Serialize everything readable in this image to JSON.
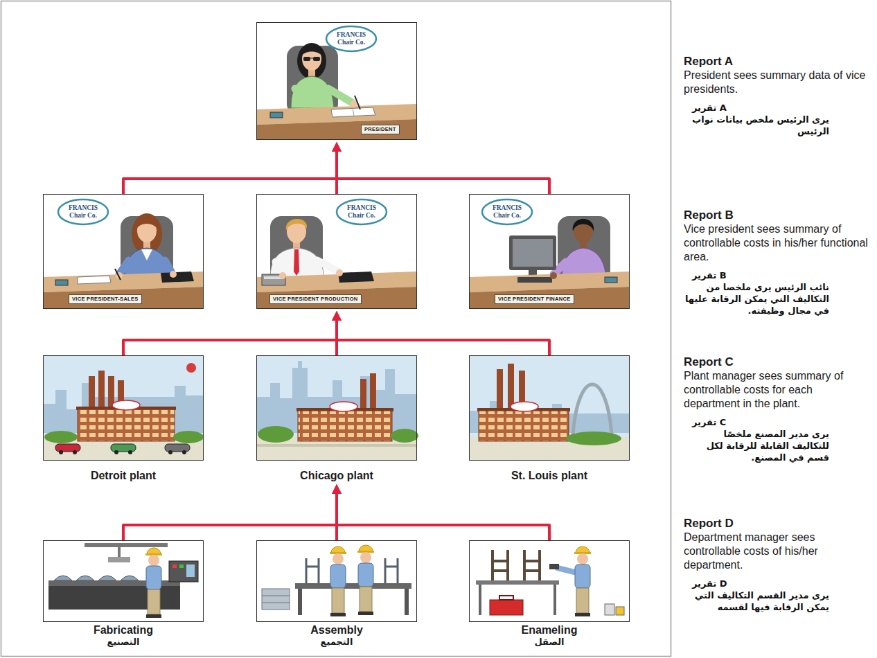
{
  "diagram": {
    "nodes": [
      {
        "text": [
          "PRESIDENT"
        ]
      },
      {
        "text": [
          "VICE PRESIDENT-SALES"
        ]
      },
      {
        "text": [
          "VICE PRESIDENT PRODUCTION"
        ]
      },
      {
        "text": [
          "VICE PRESIDENT FINANCE"
        ]
      },
      {
        "text": [
          "Detroit plant"
        ]
      },
      {
        "text": [
          "Chicago plant"
        ]
      },
      {
        "text": [
          "St. Louis plant"
        ]
      },
      {
        "text": [
          "Fabricating",
          "التصنيع"
        ]
      },
      {
        "text": [
          "Assembly",
          "التجميع"
        ]
      },
      {
        "text": [
          "Enameling",
          "الصقل"
        ]
      }
    ],
    "edges": [
      {
        "from": 1,
        "to": 0,
        "arrow": "to"
      },
      {
        "from": 2,
        "to": 0,
        "arrow": "to"
      },
      {
        "from": 3,
        "to": 0,
        "arrow": "to"
      },
      {
        "from": 4,
        "to": 2,
        "arrow": "to"
      },
      {
        "from": 5,
        "to": 2,
        "arrow": "to"
      },
      {
        "from": 6,
        "to": 2,
        "arrow": "to"
      },
      {
        "from": 7,
        "to": 5,
        "arrow": "to"
      },
      {
        "from": 8,
        "to": 5,
        "arrow": "to"
      },
      {
        "from": 9,
        "to": 5,
        "arrow": "to"
      }
    ],
    "labels": [
      "Report A",
      "President sees summary data of vice presidents.",
      "تقرير A",
      "يرى الرئيس ملخص بيانات نواب الرئيس",
      "Report B",
      "Vice president sees summary of controllable costs in his/her functional area.",
      "تقرير B",
      "نائب الرئيس يرى ملخصا من التكاليف التي يمكن الرقابة عليها في مجال وظيفته.",
      "Report C",
      "Plant manager sees summary of controllable costs for each department in the plant.",
      "تقرير C",
      "يرى مدير المصنع ملخصًا للتكاليف القابلة للرقابة لكل قسم في المصنع.",
      "Report D",
      "Department manager sees controllable costs of his/her department.",
      "تقرير D",
      "يرى مدير القسم التكاليف التي يمكن الرقابة فيها لقسمه",
      "FRANCIS Chair Co.",
      "FRANCIS Chair Co.",
      "FRANCIS Chair Co.",
      "FRANCIS Chair Co."
    ]
  }
}
